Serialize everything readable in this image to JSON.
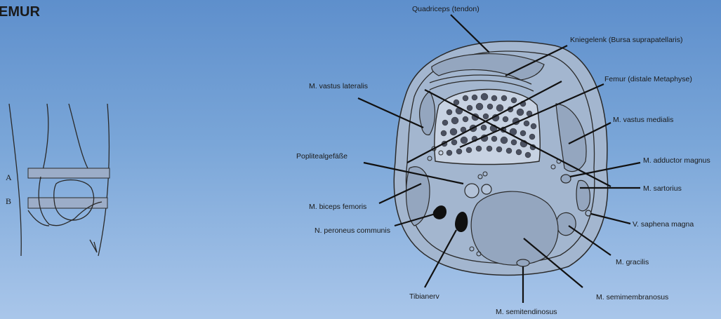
{
  "title": "EMUR",
  "overview": {
    "marker_a": "A",
    "marker_b": "B"
  },
  "labels": {
    "quadriceps": "Quadriceps (tendon)",
    "kniegelenk": "Kniegelenk (Bursa suprapatellaris)",
    "femur": "Femur (distale Metaphyse)",
    "vastus_lateralis": "M. vastus lateralis",
    "vastus_medialis": "M. vastus medialis",
    "popliteal": "Poplitealgefäße",
    "adductor_magnus": "M. adductor magnus",
    "sartorius": "M. sartorius",
    "biceps_femoris": "M. biceps femoris",
    "peroneus": "N. peroneus communis",
    "saphena": "V. saphena magna",
    "gracilis": "M. gracilis",
    "tibianerv": "Tibianerv",
    "semimembranosus": "M. semimembranosus",
    "semitendinosus": "M. semitendinosus"
  }
}
